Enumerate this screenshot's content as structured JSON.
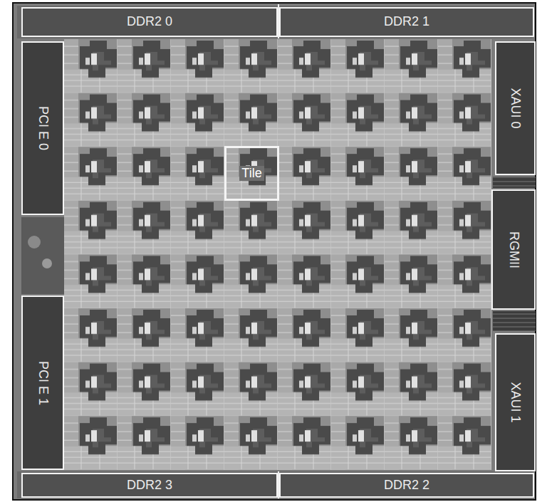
{
  "diagram": {
    "nodes": [
      {
        "text": [
          "DDR2 0"
        ]
      },
      {
        "text": [
          "DDR2 1"
        ]
      },
      {
        "text": [
          "PCI E 0"
        ]
      },
      {
        "text": [
          "XAUI 0"
        ]
      },
      {
        "text": [
          "Tile"
        ]
      },
      {
        "text": [
          "RGMII"
        ]
      },
      {
        "text": [
          "PCI E 1"
        ]
      },
      {
        "text": [
          "XAUI 1"
        ]
      },
      {
        "text": [
          "DDR2 3"
        ]
      },
      {
        "text": [
          "DDR2 2"
        ]
      }
    ]
  }
}
